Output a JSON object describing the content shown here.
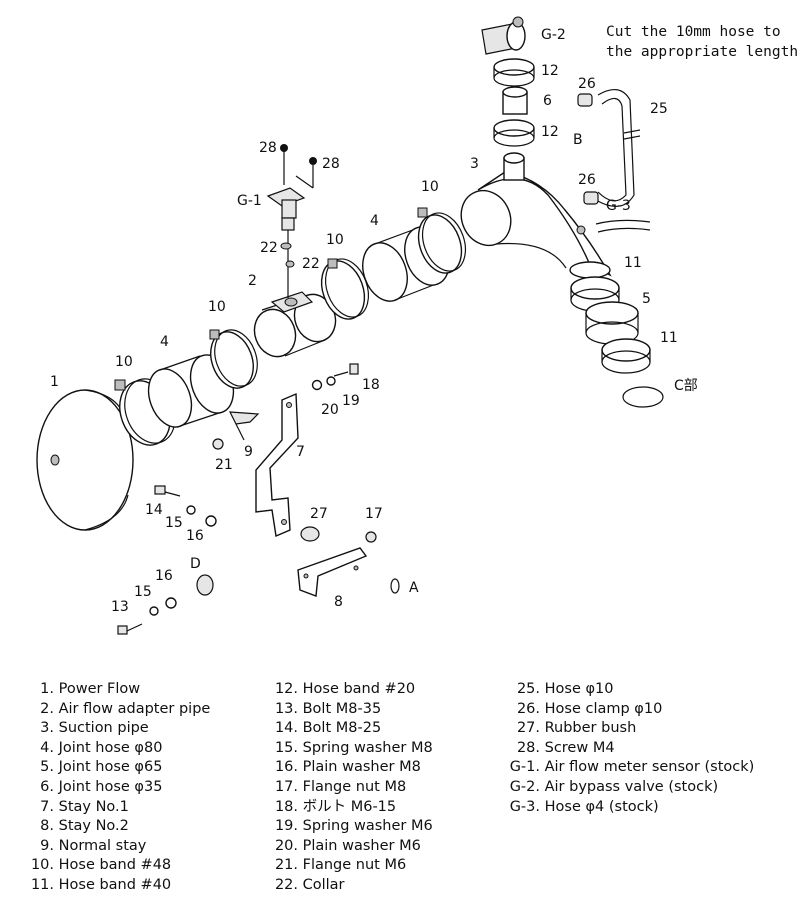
{
  "note": {
    "line1": "Cut the 10mm hose to",
    "line2": "the appropriate length."
  },
  "callouts": {
    "c1": "1",
    "c2": "2",
    "c3": "3",
    "c4a": "4",
    "c4b": "4",
    "c5": "5",
    "c6": "6",
    "c7": "7",
    "c8": "8",
    "c9": "9",
    "c10a": "10",
    "c10b": "10",
    "c10c": "10",
    "c10d": "10",
    "c11a": "11",
    "c11b": "11",
    "c12a": "12",
    "c12b": "12",
    "c13": "13",
    "c14": "14",
    "c15a": "15",
    "c15b": "15",
    "c16a": "16",
    "c16b": "16",
    "c17": "17",
    "c18": "18",
    "c19": "19",
    "c20": "20",
    "c21": "21",
    "c22a": "22",
    "c22b": "22",
    "c25": "25",
    "c26a": "26",
    "c26b": "26",
    "c27": "27",
    "c28a": "28",
    "c28b": "28",
    "g1": "G-1",
    "g2": "G-2",
    "g3": "G-3",
    "A": "A",
    "B": "B",
    "C": "C部",
    "D": "D"
  },
  "legend": {
    "col1": [
      {
        "n": "1.",
        "t": "Power Flow"
      },
      {
        "n": "2.",
        "t": "Air flow adapter pipe"
      },
      {
        "n": "3.",
        "t": "Suction pipe"
      },
      {
        "n": "4.",
        "t": "Joint hose  φ80"
      },
      {
        "n": "5.",
        "t": "Joint hose  φ65"
      },
      {
        "n": "6.",
        "t": "Joint hose  φ35"
      },
      {
        "n": "7.",
        "t": "Stay No.1"
      },
      {
        "n": "8.",
        "t": "Stay No.2"
      },
      {
        "n": "9.",
        "t": "Normal stay"
      },
      {
        "n": "10.",
        "t": "Hose band  #48"
      },
      {
        "n": "11.",
        "t": "Hose band  #40"
      }
    ],
    "col2": [
      {
        "n": "12.",
        "t": "Hose band  #20"
      },
      {
        "n": "13.",
        "t": "Bolt  M8-35"
      },
      {
        "n": "14.",
        "t": "Bolt  M8-25"
      },
      {
        "n": "15.",
        "t": "Spring washer  M8"
      },
      {
        "n": "16.",
        "t": "Plain washer  M8"
      },
      {
        "n": "17.",
        "t": "Flange nut  M8"
      },
      {
        "n": "18.",
        "t": "ボルト  M6-15"
      },
      {
        "n": "19.",
        "t": "Spring washer  M6"
      },
      {
        "n": "20.",
        "t": "Plain washer  M6"
      },
      {
        "n": "21.",
        "t": "Flange nut  M6"
      },
      {
        "n": "22.",
        "t": "Collar"
      }
    ],
    "col3": [
      {
        "n": "25.",
        "t": "Hose  φ10"
      },
      {
        "n": "26.",
        "t": "Hose clamp  φ10"
      },
      {
        "n": "27.",
        "t": "Rubber bush"
      },
      {
        "n": "28.",
        "t": "Screw  M4"
      },
      {
        "n": "G-1.",
        "t": "Air flow meter sensor (stock)"
      },
      {
        "n": "G-2.",
        "t": "Air bypass valve (stock)"
      },
      {
        "n": "G-3.",
        "t": "Hose φ4 (stock)"
      }
    ]
  }
}
